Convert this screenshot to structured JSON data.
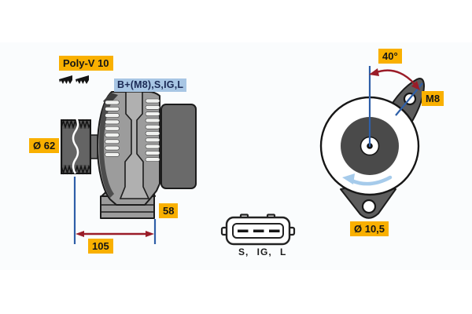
{
  "side_view": {
    "belt_type": "Poly-V 10",
    "terminals": "B+(M8),S,IG,L",
    "pulley_diameter": "Ø 62",
    "dim_depth": "58",
    "dim_length": "105"
  },
  "connector": {
    "pins": "S, IG, L"
  },
  "rear_view": {
    "mount_angle": "40°",
    "terminal_thread": "M8",
    "mount_hole_diameter": "Ø 10,5"
  },
  "icons": {
    "belt_profile": "belt-profile-icon",
    "rotation": "rotation-arrow-icon",
    "angle_arrow": "angle-arc-arrow-icon",
    "dimension_arrow": "dimension-arrow-icon"
  },
  "colors": {
    "label_bg": "#F9B000",
    "label_text": "#151515",
    "terminal_label_bg": "#A8C6E4",
    "terminal_label_text": "#1B2A55",
    "dimension_line": "#2E5FA8",
    "dimension_arrow": "#9A1C28",
    "rotation_arrow": "#A6CBEB"
  }
}
